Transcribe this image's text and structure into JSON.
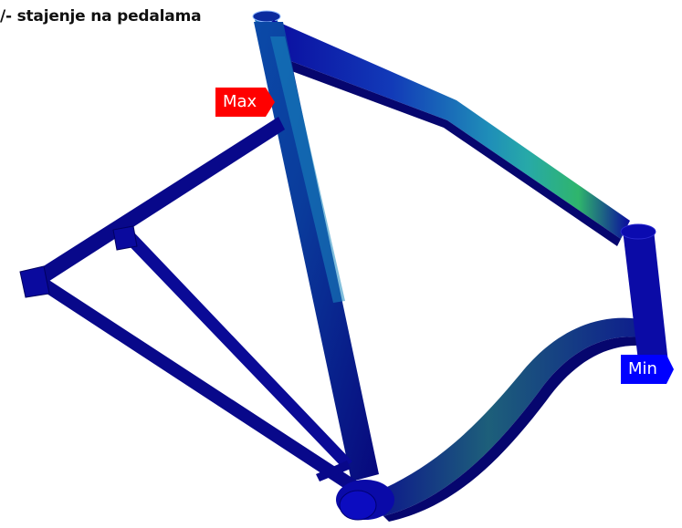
{
  "title": "/- stajenje na pedalama",
  "probes": {
    "max_label": "Max",
    "min_label": "Min"
  },
  "colors": {
    "max_flag": "#ff0000",
    "min_flag": "#0000ff",
    "tube_base": "#0a0a9e",
    "tube_dark": "#000060",
    "stress_low": "#1a5fc8",
    "stress_mid": "#26a0b0",
    "stress_high": "#2ecc40"
  }
}
